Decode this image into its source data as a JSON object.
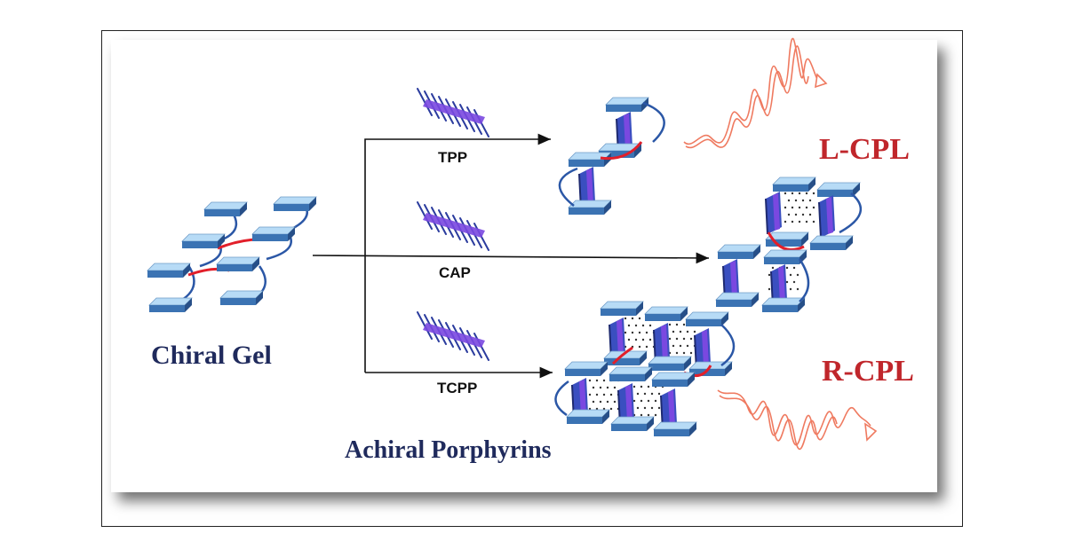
{
  "labels": {
    "chiral_gel": "Chiral Gel",
    "achiral_porphyrins": "Achiral Porphyrins",
    "tpp": "TPP",
    "cap": "CAP",
    "tcpp": "TCPP",
    "l_cpl": "L-CPL",
    "r_cpl": "R-CPL"
  },
  "colors": {
    "block_top": "#9cc9ef",
    "block_side": "#2e5f9c",
    "linker_red": "#e21f2a",
    "linker_blue": "#2b57a6",
    "porphyrin_purple": "#6a3fd1",
    "porphyrin_blue": "#2b3c9e",
    "wave": "#ef7a60",
    "navy_text": "#1f2a5c",
    "red_text": "#c0262b"
  }
}
